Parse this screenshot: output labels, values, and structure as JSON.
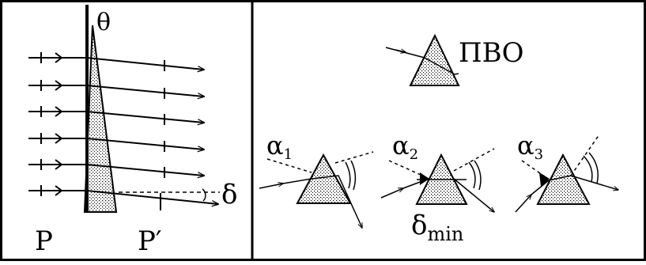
{
  "left_panel": {
    "theta_label": "θ",
    "delta_label": "δ",
    "p_label": "P",
    "p_prime_label": "P′"
  },
  "right_panel": {
    "tir_label": "ПВО",
    "alpha1": {
      "symbol": "α",
      "sub": "1"
    },
    "alpha2": {
      "symbol": "α",
      "sub": "2"
    },
    "alpha3": {
      "symbol": "α",
      "sub": "3"
    },
    "delta_min": {
      "symbol": "δ",
      "sub": "min"
    }
  },
  "colors": {
    "line": "#000000",
    "background": "#ffffff",
    "stipple": "#000000"
  }
}
